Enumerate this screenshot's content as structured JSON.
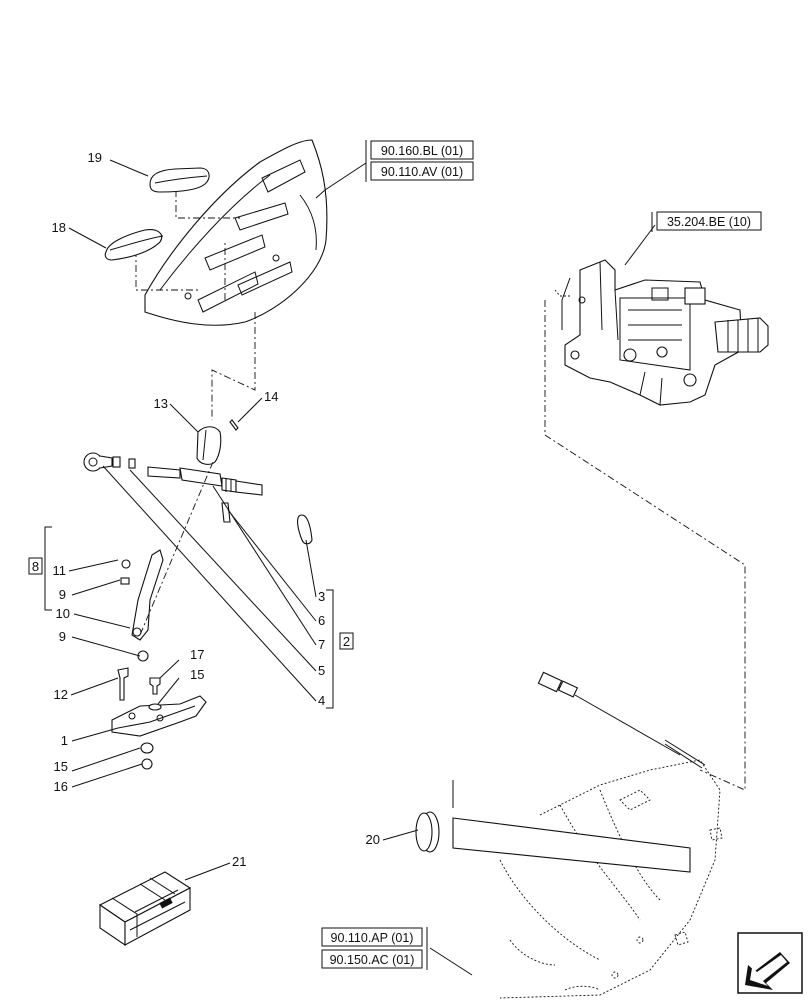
{
  "refs": {
    "r1": "90.160.BL (01)",
    "r2": "90.110.AV (01)",
    "r3": "35.204.BE (10)",
    "r4": "90.110.AP (01)",
    "r5": "90.150.AC (01)"
  },
  "groups": {
    "g8": "8",
    "g2": "2"
  },
  "callouts": {
    "c1": "1",
    "c3": "3",
    "c4": "4",
    "c5": "5",
    "c6": "6",
    "c7": "7",
    "c9a": "9",
    "c9b": "9",
    "c10": "10",
    "c11": "11",
    "c12": "12",
    "c13": "13",
    "c14": "14",
    "c15a": "15",
    "c15b": "15",
    "c16": "16",
    "c17": "17",
    "c18": "18",
    "c19": "19",
    "c20": "20",
    "c21": "21"
  },
  "icons": {
    "kit_box": "parts-kit-box-icon",
    "nav": "next-page-arrow-icon"
  }
}
